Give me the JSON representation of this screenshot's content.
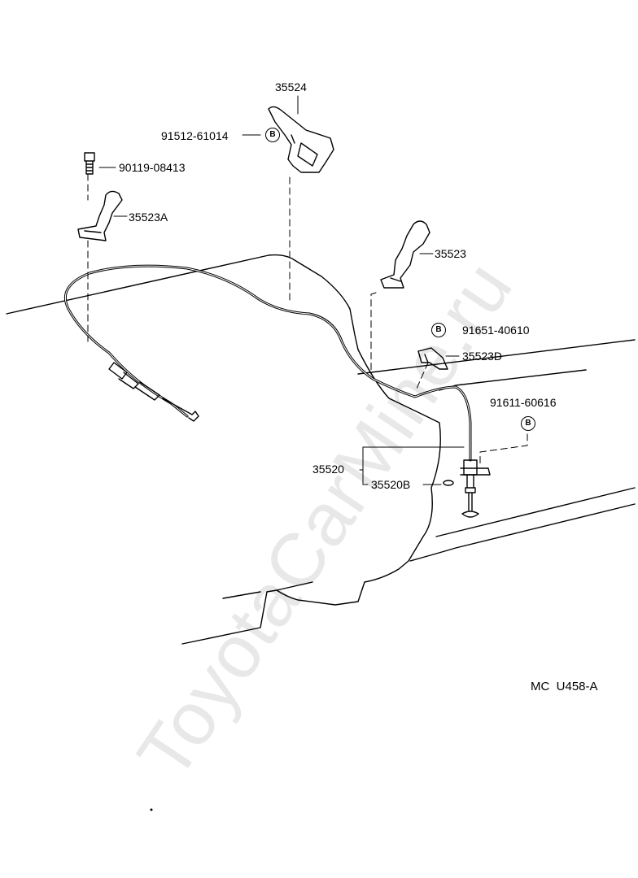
{
  "labels": {
    "p35524": "35524",
    "p91512": "91512-61014",
    "p90119": "90119-08413",
    "p35523A": "35523A",
    "p35523": "35523",
    "p91651": "91651-40610",
    "p35523D": "35523D",
    "p91611": "91611-60616",
    "p35520": "35520",
    "p35520B": "35520B"
  },
  "bolt_symbol": "B",
  "figure_code": "MC  U458-A",
  "watermark": "ToyotaCarMine.ru"
}
